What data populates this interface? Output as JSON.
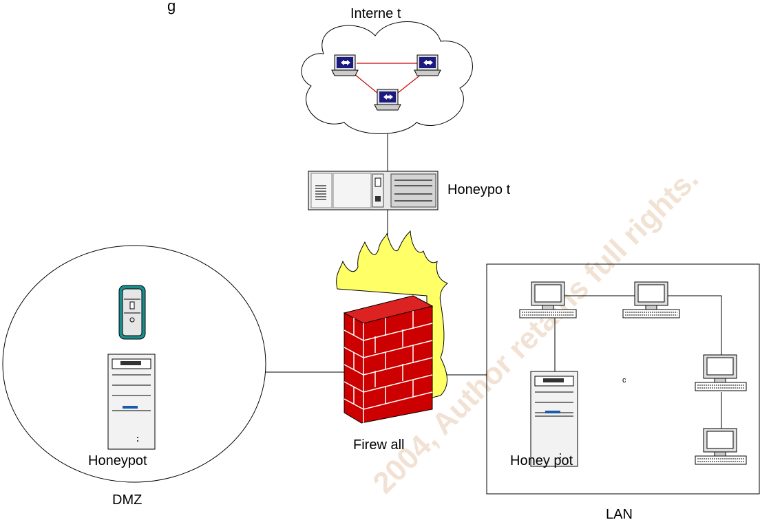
{
  "header": {
    "partial_text": "g"
  },
  "labels": {
    "internet": "Interne t",
    "honeypot_internet": "Honeypo t",
    "firewall": "Firew all",
    "dmz_honeypot": "Honeypot",
    "dmz": "DMZ",
    "lan_honeypot": "Honey pot",
    "lan": "LAN",
    "stray_mark": "c"
  },
  "watermark": {
    "text": "2004, Author retains full rights.",
    "color": "#f1e2d4"
  },
  "colors": {
    "internet_links": "#cc0000",
    "firewall_bricks": "#cc0000",
    "firewall_flames": "#ffff66",
    "dmz_server": "#1a8c8c",
    "screen": "#1a1a80"
  }
}
